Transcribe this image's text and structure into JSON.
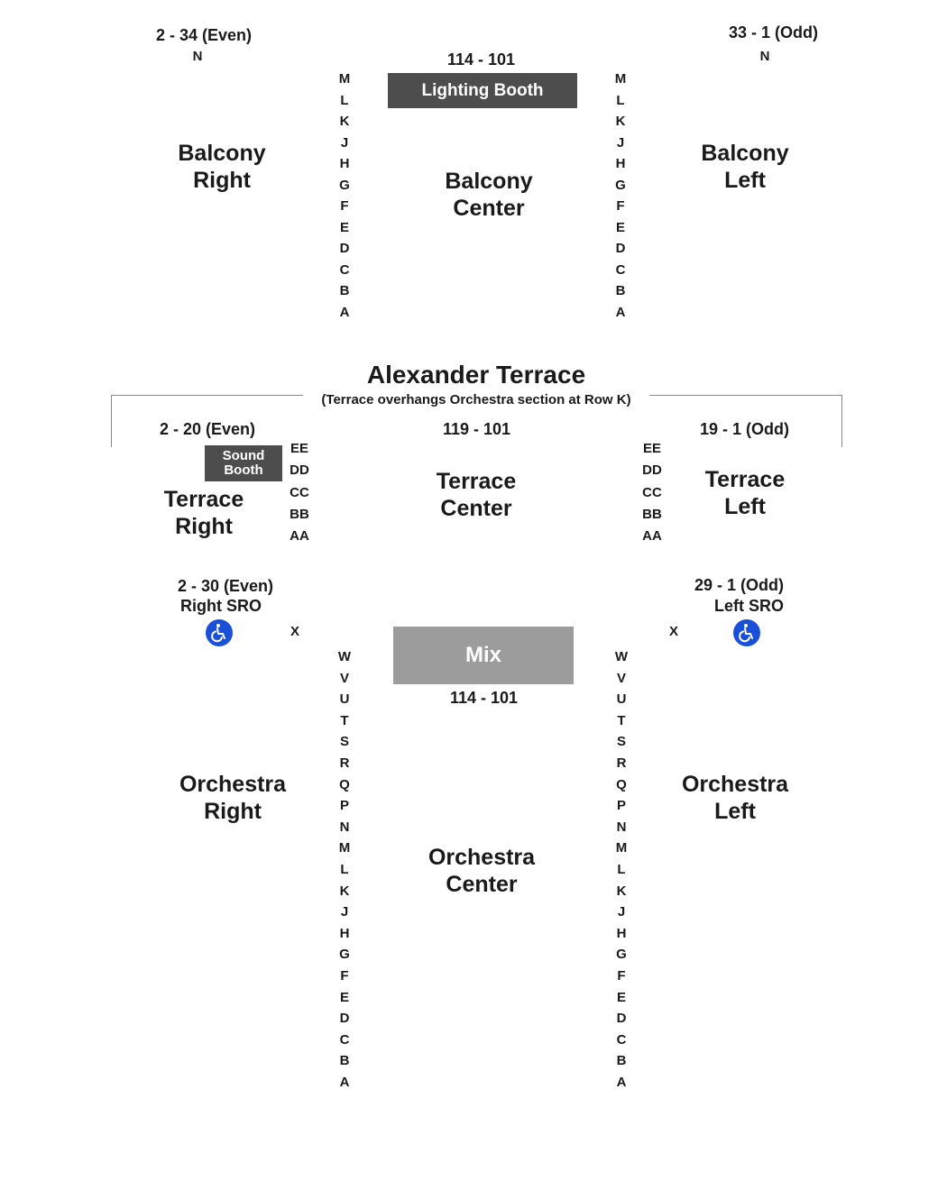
{
  "balcony": {
    "right_range": "2 - 34 (Even)",
    "right_row_n": "N",
    "left_range": "33 - 1 (Odd)",
    "left_row_n": "N",
    "center_range": "114 - 101",
    "lighting_booth": "Lighting Booth",
    "right_line1": "Balcony",
    "right_line2": "Right",
    "center_line1": "Balcony",
    "center_line2": "Center",
    "left_line1": "Balcony",
    "left_line2": "Left",
    "rows": [
      "M",
      "L",
      "K",
      "J",
      "H",
      "G",
      "F",
      "E",
      "D",
      "C",
      "B",
      "A"
    ]
  },
  "terrace": {
    "title": "Alexander Terrace",
    "subtitle": "(Terrace overhangs Orchestra section at Row K)",
    "right_range": "2 - 20 (Even)",
    "center_range": "119 - 101",
    "left_range": "19 - 1 (Odd)",
    "sound_booth_line1": "Sound",
    "sound_booth_line2": "Booth",
    "right_line1": "Terrace",
    "right_line2": "Right",
    "center_line1": "Terrace",
    "center_line2": "Center",
    "left_line1": "Terrace",
    "left_line2": "Left",
    "rows": [
      "EE",
      "DD",
      "CC",
      "BB",
      "AA"
    ]
  },
  "orchestra": {
    "right_sro_range": "2 - 30 (Even)",
    "right_sro_label": "Right SRO",
    "left_sro_range": "29 - 1 (Odd)",
    "left_sro_label": "Left SRO",
    "x_marker_right": "X",
    "x_marker_left": "X",
    "mix": "Mix",
    "center_range": "114 - 101",
    "right_line1": "Orchestra",
    "right_line2": "Right",
    "center_line1": "Orchestra",
    "center_line2": "Center",
    "left_line1": "Orchestra",
    "left_line2": "Left",
    "rows": [
      "W",
      "V",
      "U",
      "T",
      "S",
      "R",
      "Q",
      "P",
      "N",
      "M",
      "L",
      "K",
      "J",
      "H",
      "G",
      "F",
      "E",
      "D",
      "C",
      "B",
      "A"
    ]
  },
  "icons": {
    "accessible": "wheelchair-icon"
  },
  "colors": {
    "booth": "#4d4d4d",
    "mix": "#9c9c9c",
    "accessible": "#1a4fd8"
  }
}
